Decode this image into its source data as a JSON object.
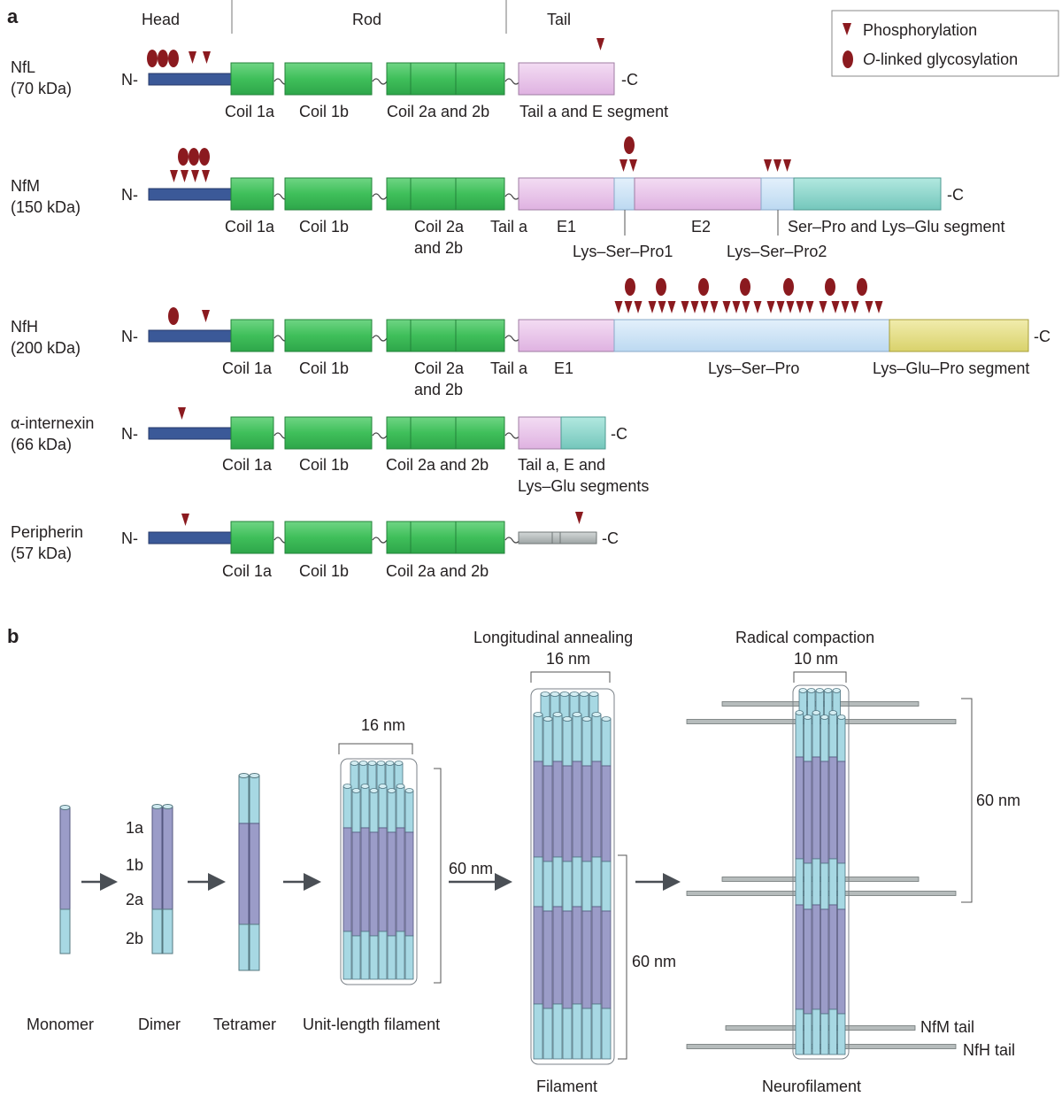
{
  "panel_a": {
    "letter": "a",
    "regions": {
      "head": "Head",
      "rod": "Rod",
      "tail": "Tail"
    },
    "legend": {
      "phospho": "Phosphorylation",
      "glyco_italic": "O",
      "glyco_rest": "-linked glycosylation"
    },
    "n_term": "N-",
    "c_term": "-C",
    "proteins": {
      "nfl": {
        "name": "NfL",
        "mass": "(70 kDa)",
        "labels": {
          "coil1a": "Coil 1a",
          "coil1b": "Coil 1b",
          "coil2": "Coil 2a and 2b",
          "tail": "Tail a and E segment"
        }
      },
      "nfm": {
        "name": "NfM",
        "mass": "(150 kDa)",
        "labels": {
          "coil1a": "Coil 1a",
          "coil1b": "Coil 1b",
          "coil2_l1": "Coil 2a",
          "coil2_l2": "and 2b",
          "taila": "Tail a",
          "e1": "E1",
          "e2": "E2",
          "ksp1": "Lys–Ser–Pro1",
          "ksp2": "Lys–Ser–Pro2",
          "sp": "Ser–Pro and Lys–Glu segment"
        }
      },
      "nfh": {
        "name": "NfH",
        "mass": "(200 kDa)",
        "labels": {
          "coil1a": "Coil 1a",
          "coil1b": "Coil 1b",
          "coil2_l1": "Coil 2a",
          "coil2_l2": "and 2b",
          "taila": "Tail a",
          "e1": "E1",
          "ksp": "Lys–Ser–Pro",
          "kep": "Lys–Glu–Pro segment"
        }
      },
      "ina": {
        "name": "α-internexin",
        "mass": "(66 kDa)",
        "labels": {
          "coil1a": "Coil 1a",
          "coil1b": "Coil 1b",
          "coil2": "Coil 2a and 2b",
          "tail_l1": "Tail a, E and",
          "tail_l2": "Lys–Glu segments"
        }
      },
      "prph": {
        "name": "Peripherin",
        "mass": "(57 kDa)",
        "labels": {
          "coil1a": "Coil 1a",
          "coil1b": "Coil 1b",
          "coil2": "Coil 2a and 2b"
        }
      }
    }
  },
  "panel_b": {
    "letter": "b",
    "coils": {
      "c1a": "1a",
      "c1b": "1b",
      "c2a": "2a",
      "c2b": "2b"
    },
    "stages": {
      "monomer": "Monomer",
      "dimer": "Dimer",
      "tetramer": "Tetramer",
      "ulf": "Unit-length filament",
      "filament": "Filament",
      "neurofilament": "Neurofilament"
    },
    "steps": {
      "annealing": "Longitudinal annealing",
      "compaction": "Radical compaction"
    },
    "dims": {
      "ulf_width": "16 nm",
      "ulf_len": "60 nm",
      "fil_width": "16 nm",
      "fil_len": "60 nm",
      "nf_width": "10 nm",
      "nf_len": "60 nm"
    },
    "tails": {
      "nfm": "NfM tail",
      "nfh": "NfH tail"
    }
  },
  "colors": {
    "head": "#3b5998",
    "coil": "#3fbf5a",
    "coil_stroke": "#23823a",
    "tail_pink": "#e9c4ea",
    "tail_blue": "#cfe4f6",
    "tail_teal": "#8fd6cc",
    "tail_yellow": "#e6e08a",
    "tail_grey": "#b6bcbc",
    "marker": "#8b1a1f",
    "rod_blue": "#a7d8e3",
    "rod_purple": "#9b9cc8"
  }
}
